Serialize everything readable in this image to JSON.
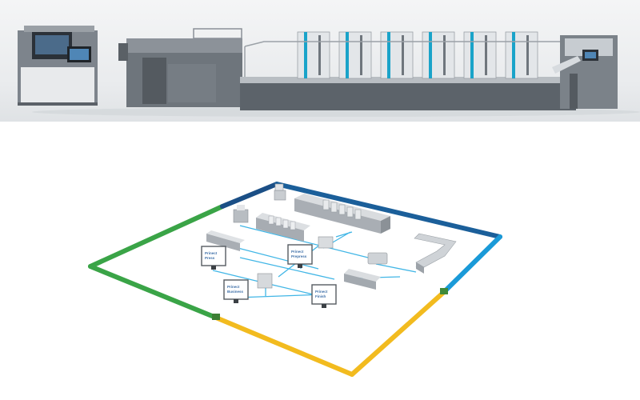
{
  "monitors": [
    {
      "line1": "Prinect",
      "line2": "Press"
    },
    {
      "line1": "Prinect",
      "line2": "Prepress"
    },
    {
      "line1": "Prinect",
      "line2": "Business"
    },
    {
      "line1": "Prinect",
      "line2": "Finish"
    }
  ],
  "colors": {
    "frame_green": "#3aa447",
    "frame_dark_blue": "#1b4f86",
    "frame_light_blue": "#1a9ad8",
    "frame_yellow": "#f2bb1f",
    "network_line": "#41b6e6",
    "machine_gray": "#a9aeb4",
    "accent_cyan": "#1aa3c9"
  },
  "icons": [
    "press-machine-icon",
    "control-console-icon",
    "monitor-icon",
    "server-icon",
    "printer-icon",
    "folder-machine-icon"
  ]
}
